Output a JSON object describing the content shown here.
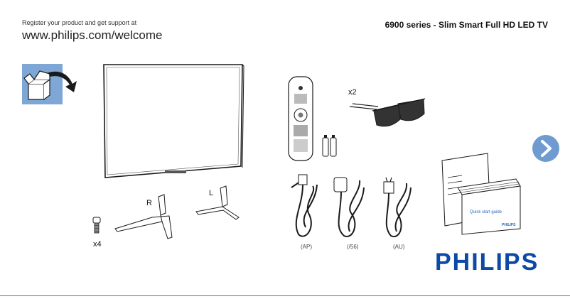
{
  "header": {
    "register_text": "Register your product and get support at",
    "website": "www.philips.com/welcome",
    "series_title": "6900 series - Slim Smart Full HD LED TV"
  },
  "contents": {
    "stand_right_label": "R",
    "stand_left_label": "L",
    "screws_count": "x4",
    "glasses_count": "x2",
    "cable_labels": [
      "(AP)",
      "(/56)",
      "(AU)"
    ],
    "guide_title": "Quick start guide",
    "guide_brand": "PHILIPS"
  },
  "next_button": {
    "icon": "chevron-right-icon",
    "color": "#6f9bd1"
  },
  "unbox_icon": {
    "icon": "open-box-icon",
    "color": "#7fa7d6"
  },
  "brand": {
    "logo_text": "PHILIPS",
    "color": "#0d4aa6"
  }
}
